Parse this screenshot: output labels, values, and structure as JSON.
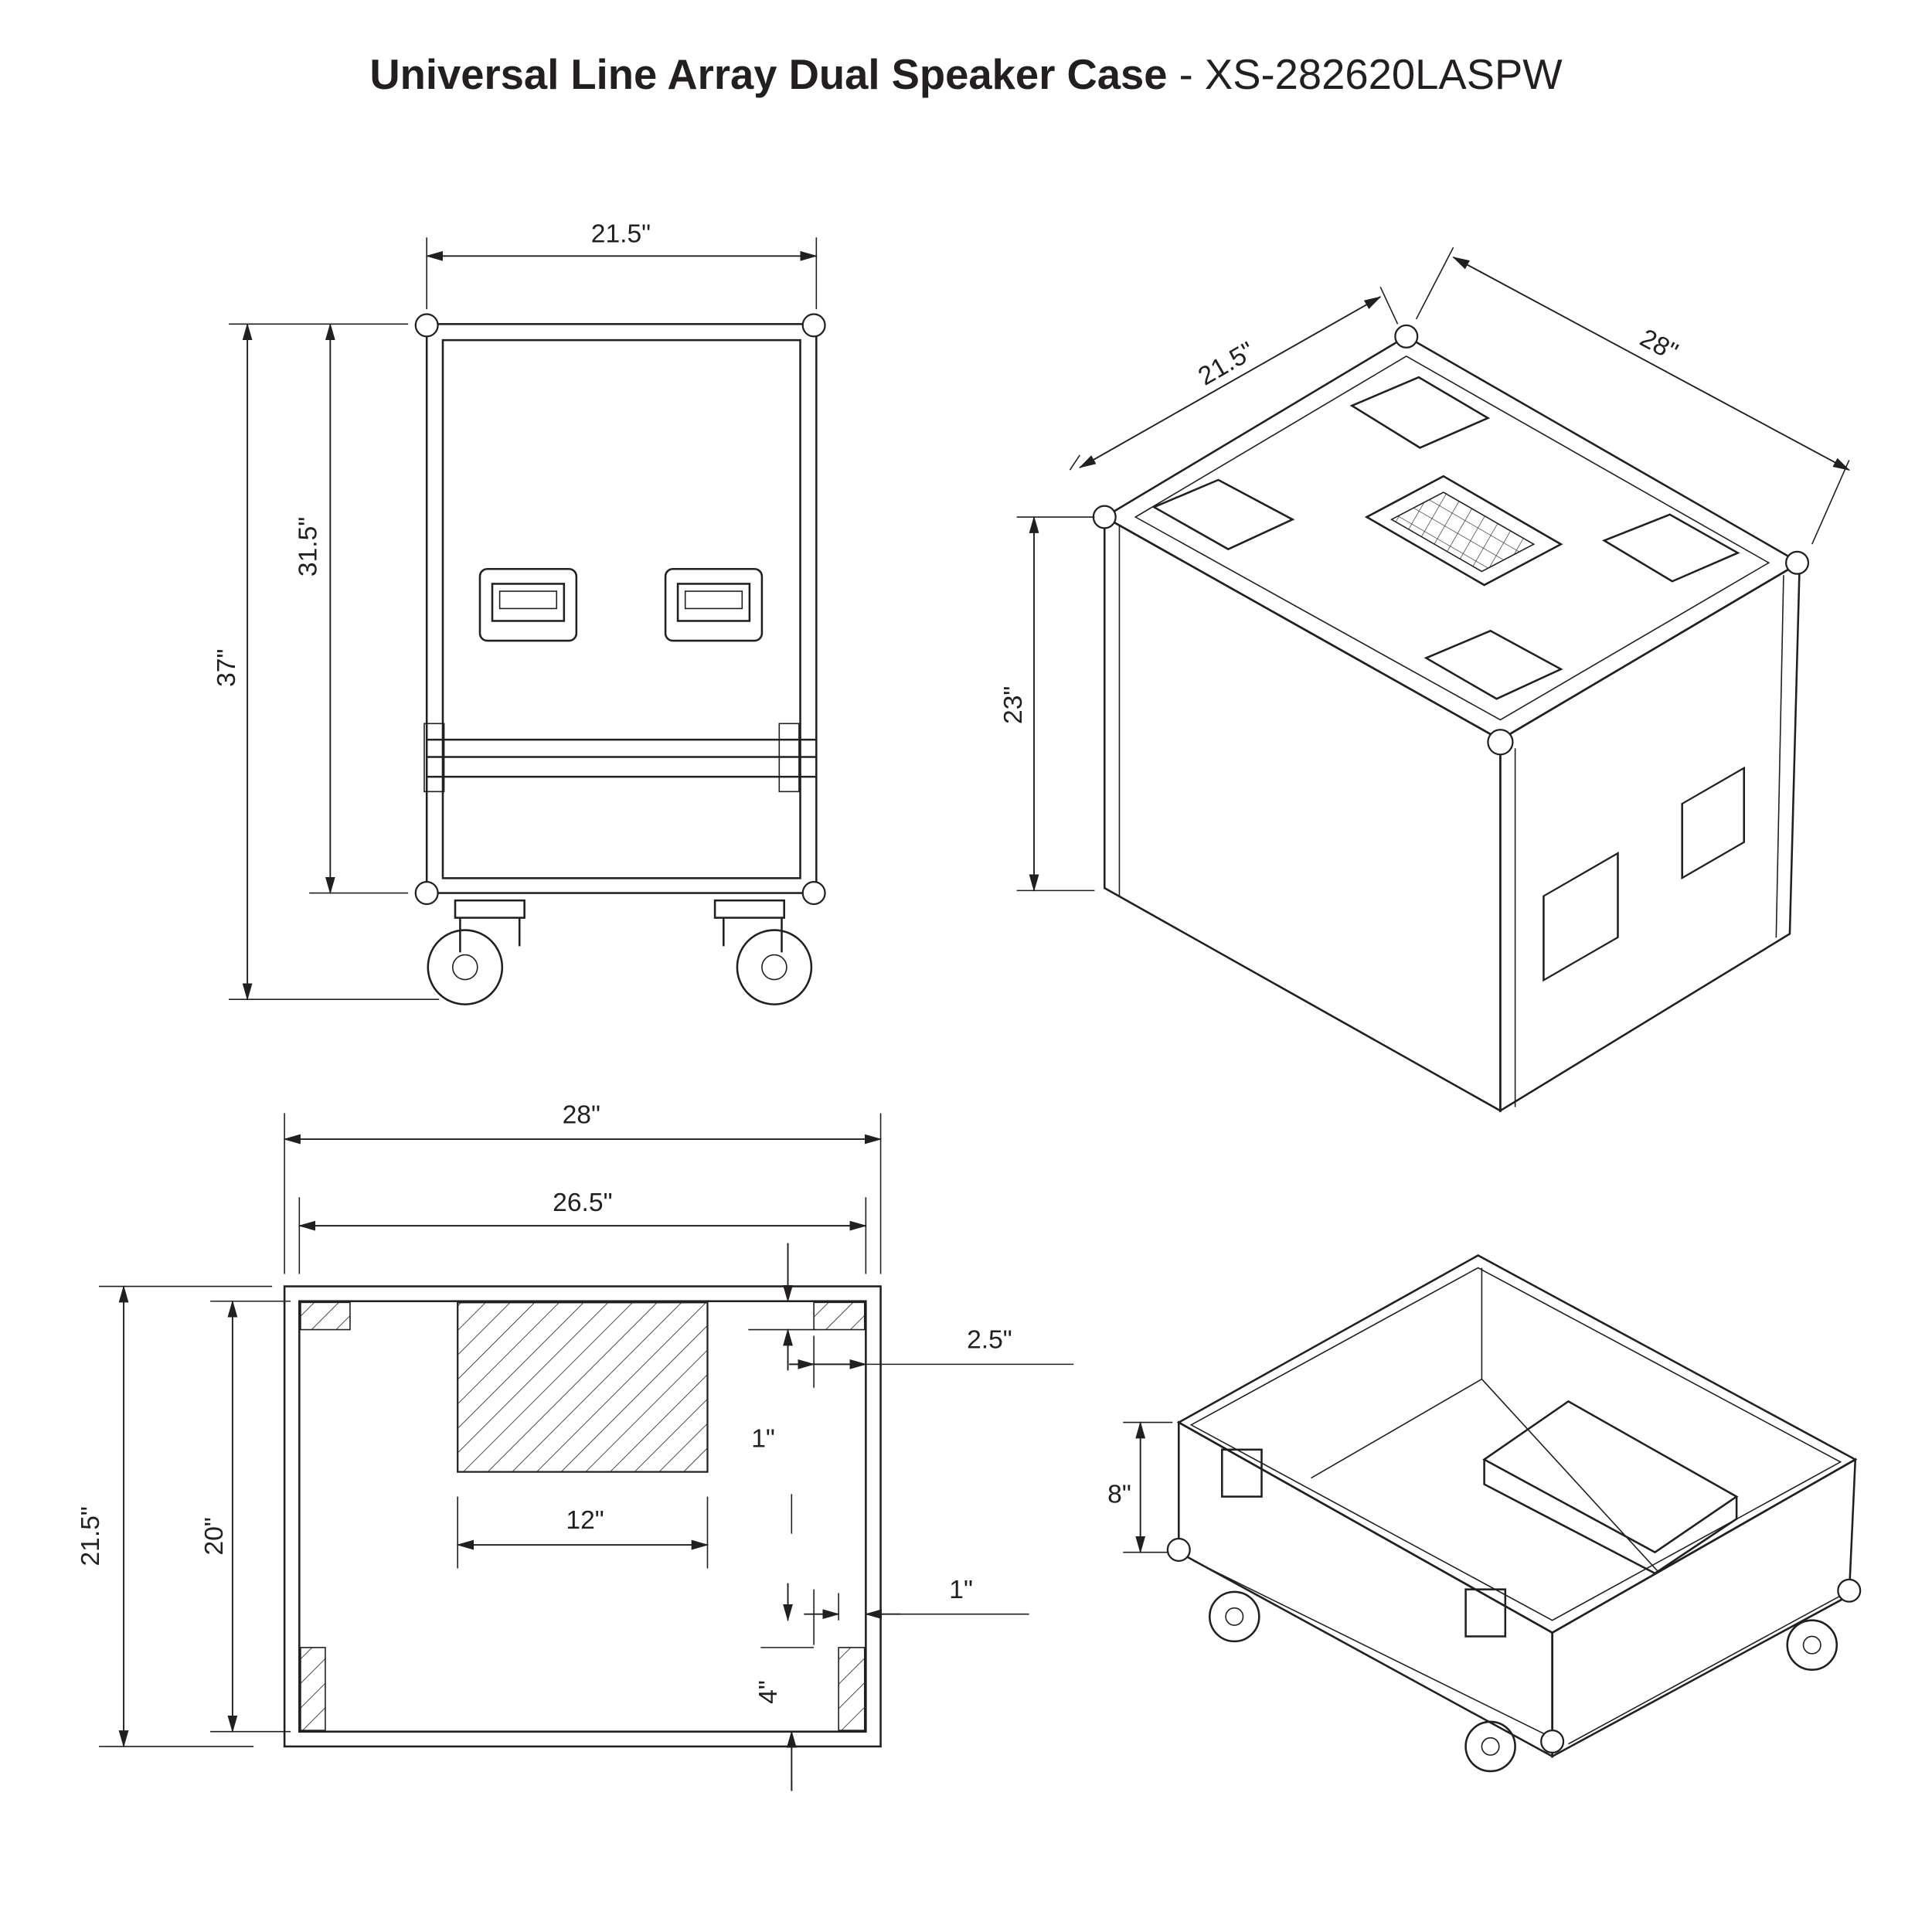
{
  "title": {
    "product_name": "Universal Line Array Dual Speaker Case",
    "separator": " - ",
    "model_number": "XS-282620LASPW"
  },
  "front_view": {
    "width_label": "21.5\"",
    "total_height_label": "37\"",
    "case_height_label": "31.5\""
  },
  "iso_view": {
    "width_label": "21.5\"",
    "length_label": "28\"",
    "height_label": "23\""
  },
  "top_view": {
    "outer_length_label": "28\"",
    "inner_length_label": "26.5\"",
    "outer_width_label": "21.5\"",
    "inner_width_label": "20\"",
    "block_offset_label": "2.5\"",
    "block_gap_label": "1\"",
    "center_block_width_label": "12\"",
    "side_gap_label": "1\"",
    "corner_block_label": "4\""
  },
  "open_view": {
    "lid_depth_label": "8\""
  }
}
